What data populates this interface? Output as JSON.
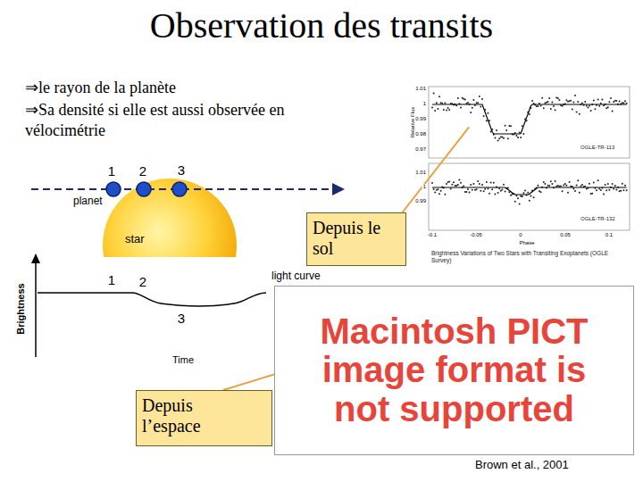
{
  "diagram": {
    "title": "Observation des transits",
    "nodes": [
      {
        "text": [
          "OGLE-TR-113",
          "OGLE-TR-132",
          "Brightness Variations of Two Stars with Transiting Exoplanets (OGLE Survey)"
        ]
      },
      {
        "text": [
          "Depuis le sol"
        ]
      },
      {
        "text": [
          "Macintosh PICT image format is not supported"
        ]
      },
      {
        "text": [
          "Depuis l’espace"
        ]
      }
    ],
    "edges": [
      {
        "from": 1,
        "to": 0,
        "arrow": "none"
      },
      {
        "from": 3,
        "to": 2,
        "arrow": "none"
      }
    ],
    "labels": [
      "⇒le rayon de la planète",
      "⇒Sa densité si elle est aussi observée en vélocimétrie",
      "1",
      "2",
      "3",
      "planet",
      "star",
      "Brightness",
      "1",
      "2",
      "3",
      "Time",
      "light curve",
      "Relative Flux",
      "1.01",
      "1",
      "0.99",
      "0.98",
      "0.97",
      "1.01",
      "1",
      "0.99",
      "-0.1",
      "-0.05",
      "0",
      "0.05",
      "0.1",
      "Phase",
      "Brown et al., 2001"
    ]
  }
}
